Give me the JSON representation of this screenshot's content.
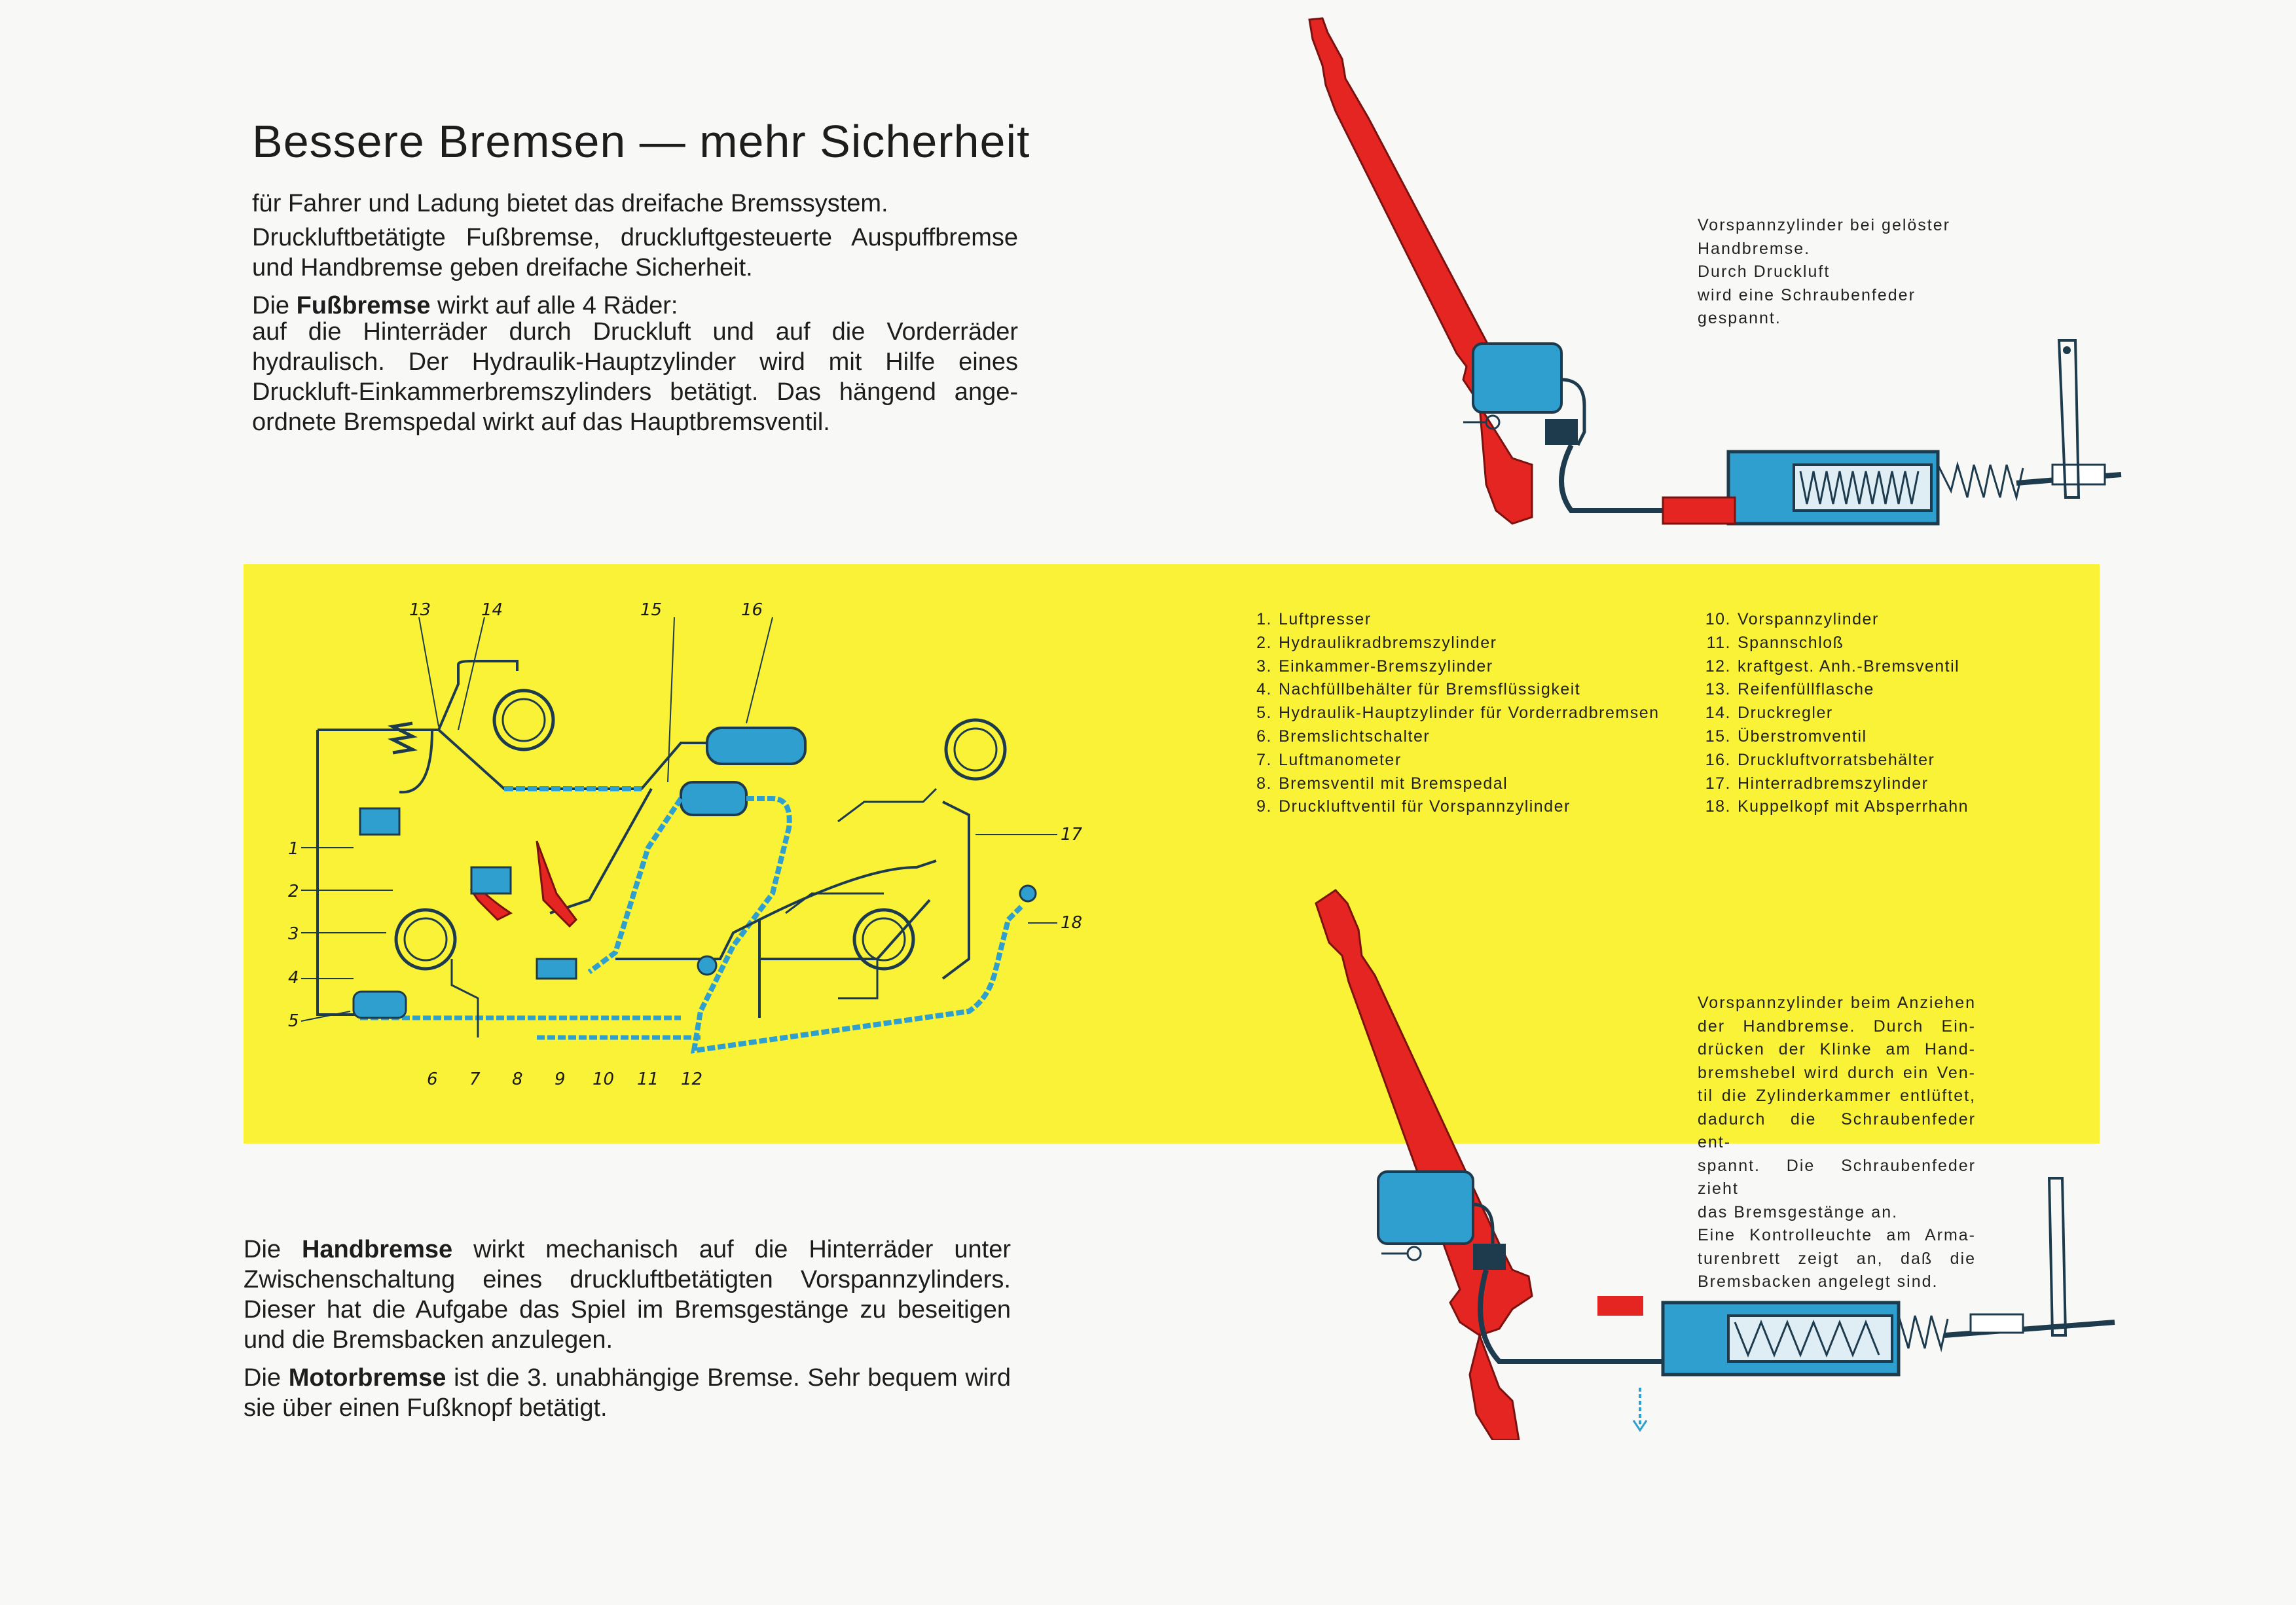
{
  "title": "Bessere Bremsen — mehr Sicherheit",
  "intro": {
    "line1": "für Fahrer und Ladung bietet das dreifache Bremssystem.",
    "line2": "Druckluftbetätigte Fußbremse, druckluftgesteuerte Auspuffbremse und Handbremse geben dreifache Sicherheit.",
    "fuss_prefix": "Die ",
    "fuss_term": "Fußbremse",
    "fuss_after": " wirkt auf alle 4 Räder:",
    "fuss_text": "auf die Hinterräder durch Druckluft und auf die Vorderräder hydraulisch. Der Hydraulik-Hauptzylinder wird mit Hilfe eines Druckluft-Einkammerbremszylinders betätigt. Das hängend ange-ordnete Bremspedal wirkt auf das Hauptbremsventil."
  },
  "bottom": {
    "hand_prefix": "Die ",
    "hand_term": "Handbremse",
    "hand_text": " wirkt mechanisch auf die Hinterräder unter Zwischenschaltung eines druckluftbetätigten Vorspannzylinders. Dieser hat die Aufgabe das Spiel im Bremsgestänge zu beseitigen und die Bremsbacken anzulegen.",
    "motor_prefix": "Die ",
    "motor_term": "Motorbremse",
    "motor_text": " ist die 3. unabhängige Bremse. Sehr bequem wird sie über einen Fußknopf betätigt."
  },
  "caption_top": [
    "Vorspannzylinder bei gelöster",
    "Handbremse.",
    "Durch Druckluft",
    "wird eine Schraubenfeder",
    "gespannt."
  ],
  "caption_bottom": [
    "Vorspannzylinder beim Anziehen",
    "der Handbremse. Durch Ein-",
    "drücken der Klinke am Hand-",
    "bremshebel wird durch ein Ven-",
    "til die Zylinderkammer entlüftet,",
    "dadurch die Schraubenfeder ent-",
    "spannt. Die Schraubenfeder zieht",
    "das Bremsgestänge an.",
    "Eine Kontrolleuchte am Arma-",
    "turenbrett zeigt an, daß die",
    "Bremsbacken angelegt sind."
  ],
  "legend_left": [
    {
      "num": "1.",
      "label": "Luftpresser"
    },
    {
      "num": "2.",
      "label": "Hydraulikradbremszylinder"
    },
    {
      "num": "3.",
      "label": "Einkammer-Bremszylinder"
    },
    {
      "num": "4.",
      "label": "Nachfüllbehälter für Bremsflüssigkeit"
    },
    {
      "num": "5.",
      "label": "Hydraulik-Hauptzylinder für Vorderradbremsen"
    },
    {
      "num": "6.",
      "label": "Bremslichtschalter"
    },
    {
      "num": "7.",
      "label": "Luftmanometer"
    },
    {
      "num": "8.",
      "label": "Bremsventil mit Bremspedal"
    },
    {
      "num": "9.",
      "label": "Druckluftventil für Vorspannzylinder"
    }
  ],
  "legend_right": [
    {
      "num": "10.",
      "label": "Vorspannzylinder"
    },
    {
      "num": "11.",
      "label": "Spannschloß"
    },
    {
      "num": "12.",
      "label": "kraftgest. Anh.-Bremsventil"
    },
    {
      "num": "13.",
      "label": "Reifenfüllflasche"
    },
    {
      "num": "14.",
      "label": "Druckregler"
    },
    {
      "num": "15.",
      "label": "Überstromventil"
    },
    {
      "num": "16.",
      "label": "Druckluftvorratsbehälter"
    },
    {
      "num": "17.",
      "label": "Hinterradbremszylinder"
    },
    {
      "num": "18.",
      "label": "Kuppelkopf mit Absperrhahn"
    }
  ],
  "diagram_numbers": [
    "1",
    "2",
    "3",
    "4",
    "5",
    "6",
    "7",
    "8",
    "9",
    "10",
    "11",
    "12",
    "13",
    "14",
    "15",
    "16",
    "17",
    "18"
  ],
  "colors": {
    "yellow_panel": "#f9f237",
    "lever_red": "#e52521",
    "tank_blue": "#2f9fd0",
    "pipe_dark": "#1d3b4c",
    "text": "#1d1d1d"
  }
}
